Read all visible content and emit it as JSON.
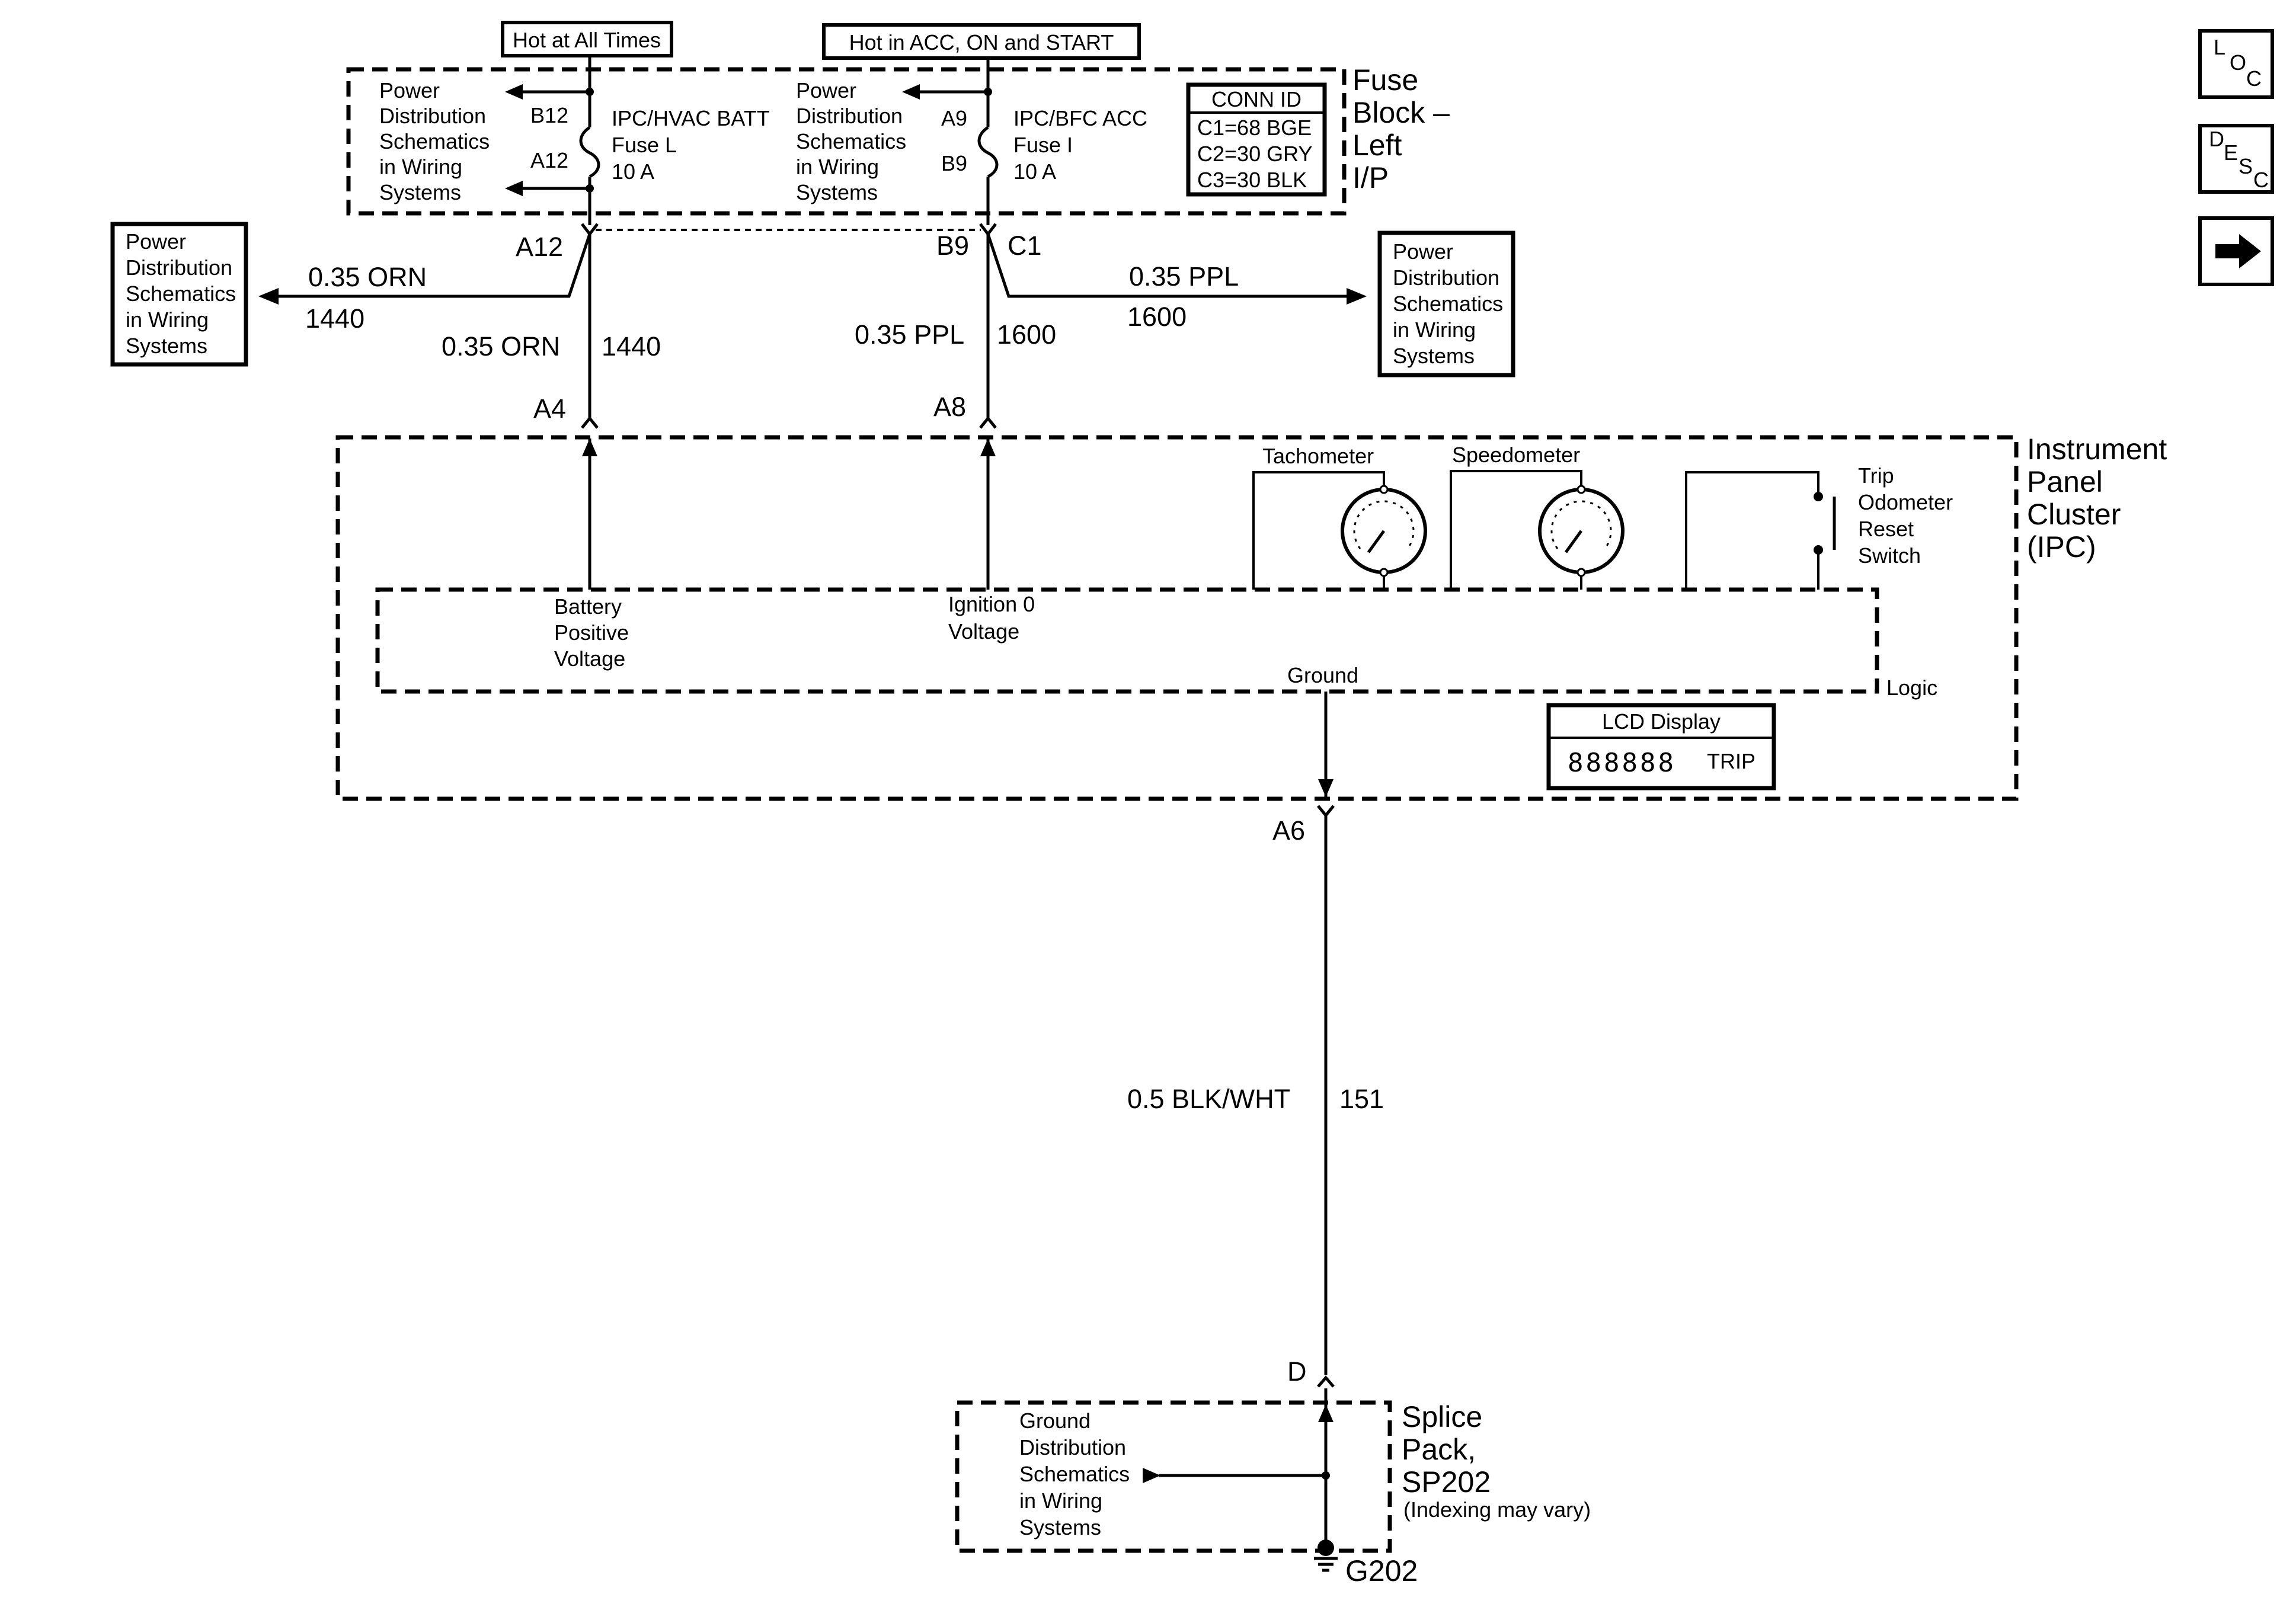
{
  "header": {
    "hot_at_all_times": "Hot at All Times",
    "hot_in_acc": "Hot in ACC, ON and START"
  },
  "fuse_block": {
    "label_lines": [
      "Fuse",
      "Block –",
      "Left",
      "I/P"
    ],
    "left_pd_lines": [
      "Power",
      "Distribution",
      "Schematics",
      "in Wiring",
      "Systems"
    ],
    "right_pd_lines": [
      "Power",
      "Distribution",
      "Schematics",
      "in Wiring",
      "Systems"
    ],
    "fuse_l_lines": [
      "IPC/HVAC BATT",
      "Fuse L",
      "10 A"
    ],
    "fuse_i_lines": [
      "IPC/BFC ACC",
      "Fuse I",
      "10 A"
    ],
    "pins": {
      "b12": "B12",
      "a12": "A12",
      "a9": "A9",
      "b9": "B9"
    },
    "conn_id": {
      "title": "CONN ID",
      "rows": [
        "C1=68 BGE",
        "C2=30 GRY",
        "C3=30 BLK"
      ]
    }
  },
  "outer_pd_left_lines": [
    "Power",
    "Distribution",
    "Schematics",
    "in Wiring",
    "Systems"
  ],
  "outer_pd_right_lines": [
    "Power",
    "Distribution",
    "Schematics",
    "in Wiring",
    "Systems"
  ],
  "connectors": {
    "a12": "A12",
    "b9": "B9",
    "c1": "C1",
    "a4": "A4",
    "a8": "A8",
    "a6": "A6",
    "d": "D"
  },
  "wires": {
    "orn_branch_color": "0.35 ORN",
    "orn_branch_circuit": "1440",
    "orn_color": "0.35 ORN",
    "orn_circuit": "1440",
    "ppl_color": "0.35 PPL",
    "ppl_circuit": "1600",
    "ppl_branch_color": "0.35 PPL",
    "ppl_branch_circuit": "1600",
    "gnd_color": "0.5 BLK/WHT",
    "gnd_circuit": "151"
  },
  "ipc": {
    "label_lines": [
      "Instrument",
      "Panel",
      "Cluster",
      "(IPC)"
    ],
    "tachometer": "Tachometer",
    "speedometer": "Speedometer",
    "trip_switch_lines": [
      "Trip",
      "Odometer",
      "Reset",
      "Switch"
    ],
    "battery_lines": [
      "Battery",
      "Positive",
      "Voltage"
    ],
    "ignition_lines": [
      "Ignition 0",
      "Voltage"
    ],
    "ground": "Ground",
    "logic": "Logic",
    "lcd_title": "LCD Display",
    "lcd_digits": "888888",
    "lcd_trip": "TRIP"
  },
  "splice": {
    "label_lines": [
      "Splice",
      "Pack,",
      "SP202"
    ],
    "note": "(Indexing may vary)",
    "gd_lines": [
      "Ground",
      "Distribution",
      "Schematics",
      "in Wiring",
      "Systems"
    ],
    "ground_id": "G202"
  },
  "nav_buttons": {
    "loc": [
      "L",
      "O",
      "C"
    ],
    "desc": [
      "D",
      "E",
      "S",
      "C"
    ]
  },
  "icons": [
    "fuse-icon",
    "ground-icon",
    "gauge-icon",
    "switch-icon",
    "arrow-right-icon"
  ]
}
